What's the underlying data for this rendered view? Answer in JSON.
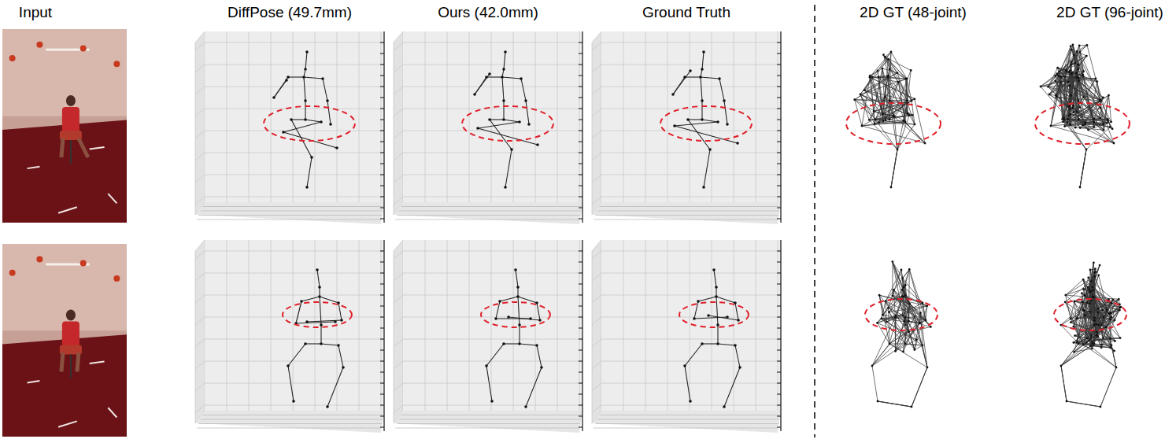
{
  "diagram": {
    "labels": [
      "Input",
      "DiffPose (49.7mm)",
      "Ours (42.0mm)",
      "Ground Truth",
      "2D GT (48-joint)",
      "2D GT (96-joint)"
    ]
  }
}
